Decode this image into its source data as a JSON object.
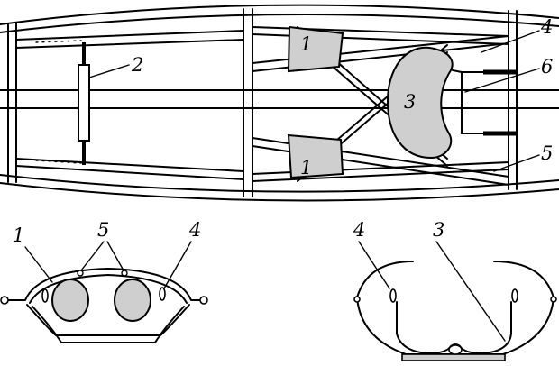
{
  "labels": {
    "top_1a": "1",
    "top_1b": "1",
    "top_2": "2",
    "top_3": "3",
    "top_4": "4",
    "top_5": "5",
    "top_6": "6",
    "bl_1": "1",
    "bl_5": "5",
    "bl_4": "4",
    "br_4": "4",
    "br_3": "3"
  },
  "colors": {
    "stroke": "#000000",
    "fill": "#cfcfcf",
    "background": "#ffffff"
  }
}
